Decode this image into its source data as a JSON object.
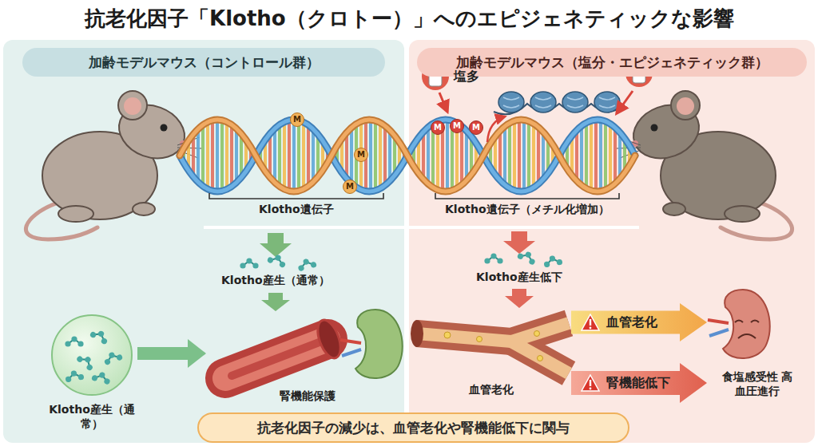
{
  "diagram": {
    "title": "抗老化因子「Klotho（クロトー）」へのエピジェネティックな影響",
    "caption": "抗老化因子の減少は、血管老化や腎機能低下に関与",
    "nodes": [
      {
        "text": [
          "加齢モデルマウス（コントロール群）"
        ]
      },
      {
        "text": [
          "加齢モデルマウス（塩分・エピジェネティック群）"
        ]
      },
      {
        "text": [
          "M"
        ],
        "in": 0
      },
      {
        "text": [
          "M"
        ],
        "in": 0
      },
      {
        "text": [
          "M"
        ],
        "in": 0
      },
      {
        "text": [
          "M"
        ],
        "in": 1
      },
      {
        "text": [
          "M"
        ],
        "in": 1
      },
      {
        "text": [
          "M"
        ],
        "in": 1
      },
      {
        "text": [
          "Klotho産生（通常）"
        ],
        "in": 0
      },
      {
        "text": [
          "血管老化"
        ],
        "in": 1
      },
      {
        "text": [
          "腎機能低下"
        ],
        "in": 1
      }
    ],
    "labels": [
      "塩多",
      "Klotho遺伝子",
      "Klotho遺伝子（メチル化増加）",
      "Klotho産生（通常）",
      "Klotho産生低下",
      "腎機能保護",
      "血管老化",
      "食塩感受性 高血圧進行"
    ]
  }
}
